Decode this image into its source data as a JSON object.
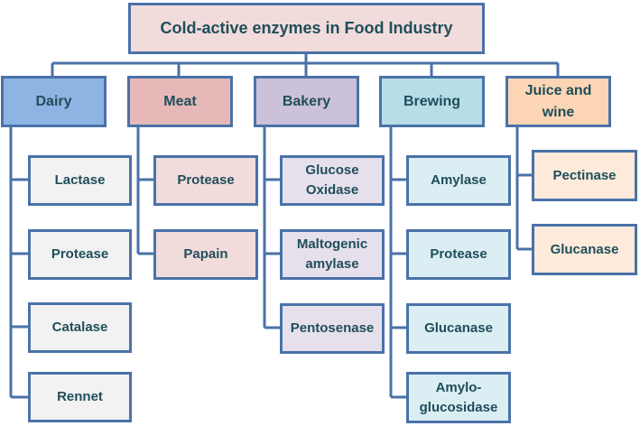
{
  "root": {
    "label": "Cold-active enzymes in Food Industry"
  },
  "categories": [
    {
      "label": "Dairy",
      "color": "#8eb4e3",
      "items": [
        "Lactase",
        "Protease",
        "Catalase",
        "Rennet"
      ],
      "item_color": "#f2f2f2"
    },
    {
      "label": "Meat",
      "color": "#e6b9b8",
      "items": [
        "Protease",
        "Papain"
      ],
      "item_color": "#f2dcdb"
    },
    {
      "label": "Bakery",
      "color": "#ccc1da",
      "items": [
        "Glucose Oxidase",
        "Maltogenic amylase",
        "Pentosenase"
      ],
      "item_color": "#e6e0ec"
    },
    {
      "label": "Brewing",
      "color": "#b7dee8",
      "items": [
        "Amylase",
        "Protease",
        "Glucanase",
        "Amylo-glucosidase"
      ],
      "item_color": "#dbeef4"
    },
    {
      "label": "Juice and wine",
      "color": "#fcd5b5",
      "items": [
        "Pectinase",
        "Glucanase"
      ],
      "item_color": "#fdeada"
    }
  ],
  "colors": {
    "border": "#4a72a8",
    "text": "#1f4e5a"
  }
}
